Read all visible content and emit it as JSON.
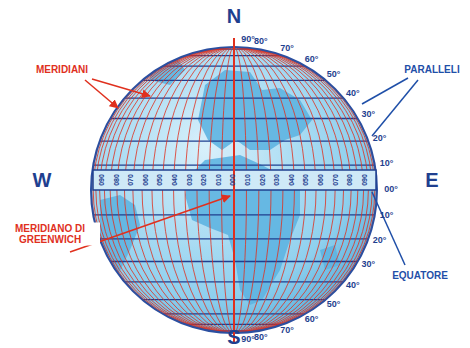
{
  "diagram": {
    "labels": [
      "N",
      "S",
      "W",
      "E",
      "MERIDIANI",
      "PARALLELI",
      "MERIDIANO DI GREENWICH",
      "EQUATORE",
      "90°",
      "80°",
      "70°",
      "60°",
      "50°",
      "40°",
      "30°",
      "20°",
      "10°",
      "00°",
      "10°",
      "20°",
      "30°",
      "40°",
      "50°",
      "60°",
      "70°",
      "80°",
      "90°",
      "090",
      "080",
      "070",
      "060",
      "050",
      "040",
      "030",
      "020",
      "010",
      "000",
      "010",
      "020",
      "030",
      "040",
      "050",
      "060",
      "070",
      "080",
      "090"
    ]
  }
}
